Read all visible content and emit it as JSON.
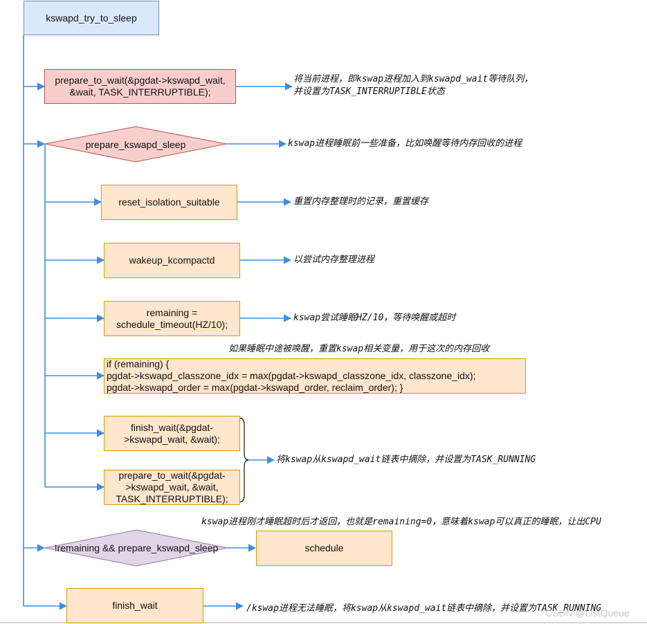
{
  "nodes": {
    "try_to_sleep": "kswapd_try_to_sleep",
    "prepare_to_wait": "prepare_to_wait(&pgdat->kswapd_wait,\n&wait, TASK_INTERRUPTIBLE);",
    "prepare_kswapd_sleep": "prepare_kswapd_sleep",
    "reset_isolation": "reset_isolation_suitable",
    "wakeup_kcompactd": "wakeup_kcompactd",
    "remaining": "remaining =\nschedule_timeout(HZ/10);",
    "if_remaining": "if (remaining) {\n pgdat->kswapd_classzone_idx = max(pgdat->kswapd_classzone_idx, classzone_idx);\npgdat->kswapd_order = max(pgdat->kswapd_order, reclaim_order); }",
    "finish_wait_inner": "finish_wait(&pgdat-\n>kswapd_wait, &wait);",
    "prepare_to_wait_inner": "prepare_to_wait(&pgdat-\n>kswapd_wait, &wait,\nTASK_INTERRUPTIBLE);",
    "not_remaining": "!remaining && prepare_kswapd_sleep",
    "schedule": "schedule",
    "finish_wait": "finish_wait"
  },
  "notes": {
    "prepare_to_wait": "将当前进程，即kswap进程加入到kswapd_wait等待队列，\n并设置为TASK_INTERRUPTIBLE状态",
    "prepare_kswapd_sleep": "kswap进程睡眠前一些准备，比如唤醒等待内存回收的进程",
    "reset_isolation": "重置内存整理时的记录，重置缓存",
    "wakeup_kcompactd": "以尝试内存整理进程",
    "remaining": "kswap尝试睡眠HZ/10，等待唤醒或超时",
    "if_remaining": "如果睡眠中途被唤醒，重置kswap相关变量，用于这次的内存回收",
    "finish_prepare": "将kswap从kswapd_wait链表中摘除，并设置为TASK_RUNNING",
    "not_remaining": "kswap进程刚才睡眠超时后才返回，也就是remaining=0，意味着kswap可以真正的睡眠，让出CPU",
    "finish_wait": "/kswap进程无法睡眠，将kswap从kswapd_wait链表中摘除，并设置为TASK_RUNNING"
  },
  "watermark": "CSDN @ListQueue",
  "colors": {
    "arrow": "#3d8ee0",
    "blue_fill": "#dae8fc",
    "red_fill": "#f8cecc",
    "orange_fill": "#ffe6cc",
    "purple_fill": "#e1d5e7"
  }
}
